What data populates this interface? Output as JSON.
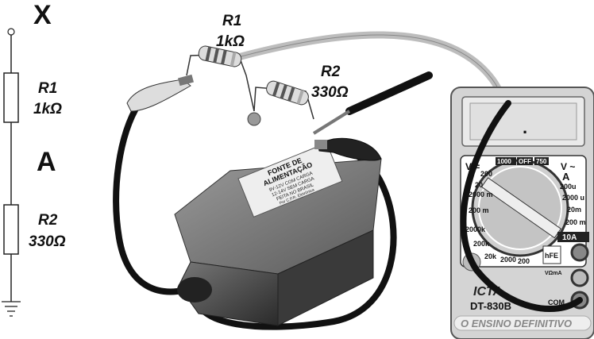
{
  "schematic": {
    "node_top": "X",
    "r1_name": "R1",
    "r1_value": "1kΩ",
    "node_mid": "A",
    "r2_name": "R2",
    "r2_value": "330Ω"
  },
  "illustration": {
    "r1_name": "R1",
    "r1_value": "1kΩ",
    "r2_name": "R2",
    "r2_value": "330Ω"
  },
  "power_supply": {
    "title_1": "FONTE DE",
    "title_2": "ALIMENTAÇÃO",
    "line_1": "9V-12V COM CARGA",
    "line_2": "12-14V SEM CARGA",
    "line_3": "FEITA NO BRASIL",
    "line_4": "Por C.P.R. Eletrônica"
  },
  "multimeter": {
    "model": "DT-830B",
    "brand": "ICTA",
    "slogan": "O ENSINO DEFINITIVO",
    "dial": {
      "v_dc": "V =",
      "v_ac": "V ~",
      "amp": "A",
      "off": "OFF",
      "v1000": "1000",
      "v750": "750",
      "v200": "200",
      "v20": "20",
      "m2000": "2000 m",
      "m200": "200 m",
      "a200u": "200u",
      "a2000u": "2000 u",
      "a20m": "20m",
      "a200m": "200 m",
      "r2000k": "2000k",
      "r200k": "200k",
      "r20k": "20k",
      "r2000": "2000",
      "r200": "200",
      "hfe": "hFE",
      "a10": "10A"
    },
    "jack_vma": "VΩmA",
    "jack_com": "COM",
    "display": "."
  }
}
